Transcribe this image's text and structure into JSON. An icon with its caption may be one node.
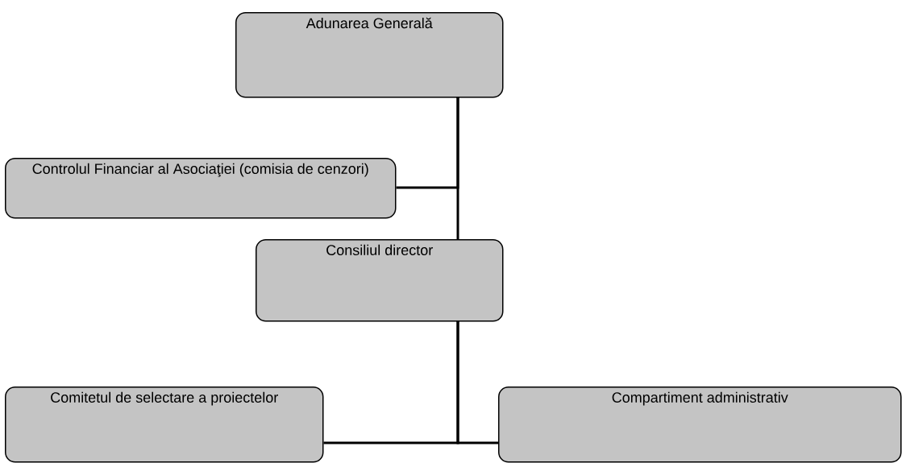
{
  "diagram": {
    "nodes": [
      {
        "text": [
          "Adunarea Generală"
        ]
      },
      {
        "text": [
          "Controlul Financiar al Asociaţiei (comisia de cenzori)"
        ]
      },
      {
        "text": [
          "Consiliul director"
        ]
      },
      {
        "text": [
          "Comitetul de selectare a proiectelor"
        ]
      },
      {
        "text": [
          "Compartiment administrativ"
        ]
      }
    ],
    "edges": [
      {
        "from": 0,
        "to": 1,
        "arrow": "none"
      },
      {
        "from": 0,
        "to": 2,
        "arrow": "none"
      },
      {
        "from": 2,
        "to": 3,
        "arrow": "none"
      },
      {
        "from": 2,
        "to": 4,
        "arrow": "none"
      }
    ]
  }
}
